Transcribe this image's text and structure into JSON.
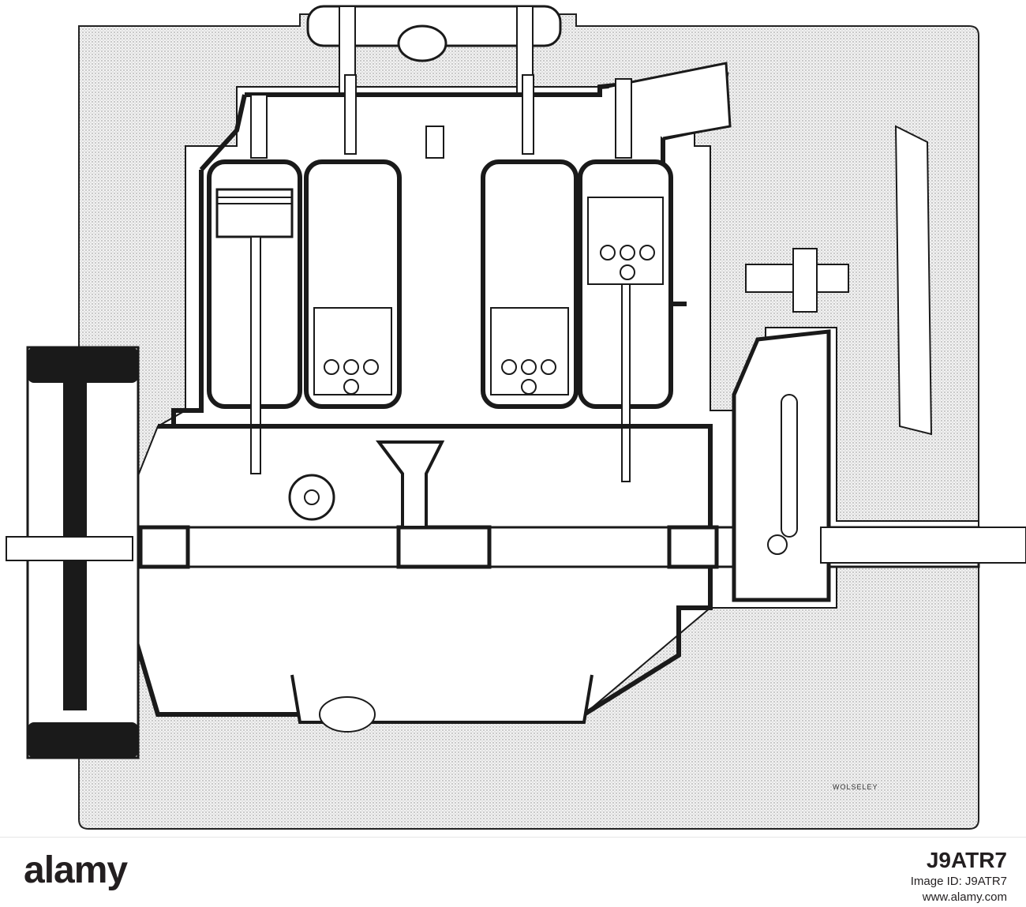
{
  "figure": {
    "maker_mark": "WOLSELEY"
  },
  "stock_bar": {
    "logo": "alamy",
    "line1": "Image ID: J9ATR7",
    "line2": "www.alamy.com",
    "image_id": "J9ATR7"
  },
  "colors": {
    "ink": "#1a1a1a",
    "paper": "#ffffff",
    "halftone": "#d9d9d9"
  }
}
